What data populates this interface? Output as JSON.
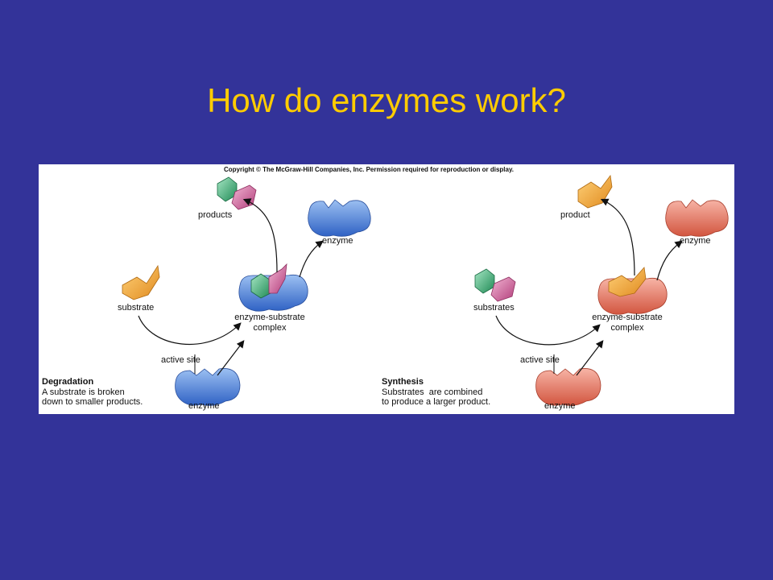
{
  "slide": {
    "title": "How do enzymes work?"
  },
  "figure": {
    "copyright": "Copyright © The McGraw-Hill Companies, Inc. Permission required for reproduction or display.",
    "degradation": {
      "products_label": "products",
      "enzyme_top_label": "enzyme",
      "substrate_label": "substrate",
      "complex_line1": "enzyme-substrate",
      "complex_line2": "complex",
      "active_site_label": "active site",
      "enzyme_bottom_label": "enzyme",
      "caption_title": "Degradation",
      "caption_line1": "A substrate is broken",
      "caption_line2": "down to smaller products."
    },
    "synthesis": {
      "product_label": "product",
      "enzyme_top_label": "enzyme",
      "substrates_label": "substrates",
      "complex_line1": "enzyme-substrate",
      "complex_line2": "complex",
      "active_site_label": "active site",
      "enzyme_bottom_label": "enzyme",
      "caption_title": "Synthesis",
      "caption_line1": "Substrates  are combined",
      "caption_line2": "to produce a larger product."
    }
  },
  "colors": {
    "background": "#333399",
    "title": "#ffcc00",
    "enzyme_blue": "#4a7fd4",
    "enzyme_red": "#e2705d",
    "substrate_orange": "#f2a83a",
    "product_green": "#2fa36a",
    "product_pink": "#c9528f"
  }
}
